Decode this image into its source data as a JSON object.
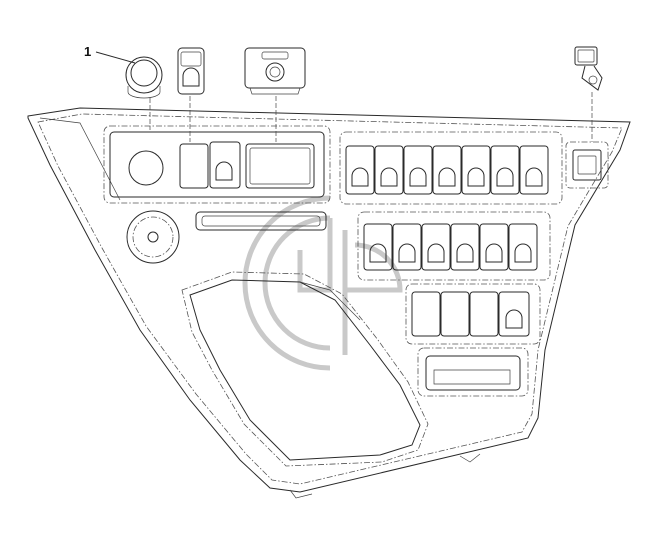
{
  "callouts": [
    {
      "number": "1",
      "target": "rotary-knob"
    }
  ],
  "colors": {
    "line": "#2a2a2a",
    "watermark": "#c9c9c9",
    "background": "#ffffff"
  },
  "icons": [
    "watermark-logo"
  ]
}
